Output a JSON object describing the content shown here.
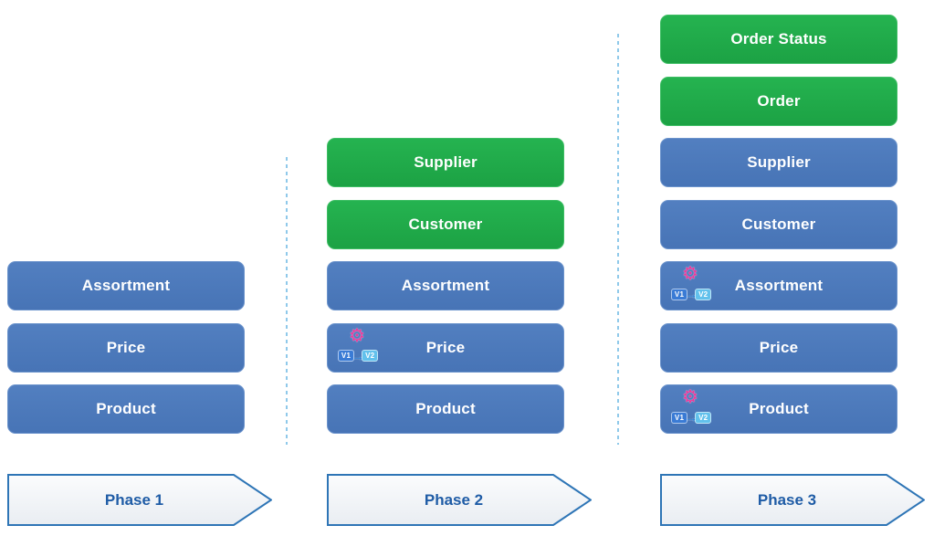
{
  "colors": {
    "blue_box": "#4B79BC",
    "green_box": "#1FAB4B",
    "arrow_border": "#2E75B6",
    "arrow_fill": "#F4F6F9",
    "arrow_text": "#1F5CA6",
    "divider": "#8FC9EA",
    "gear": "#E93A9B"
  },
  "upgrade_icon": {
    "from": "V1",
    "to": "V2"
  },
  "phases": [
    {
      "label": "Phase 1",
      "boxes": [
        {
          "label": "Assortment",
          "type": "blue",
          "upgrade_icon": false
        },
        {
          "label": "Price",
          "type": "blue",
          "upgrade_icon": false
        },
        {
          "label": "Product",
          "type": "blue",
          "upgrade_icon": false
        }
      ]
    },
    {
      "label": "Phase 2",
      "boxes": [
        {
          "label": "Supplier",
          "type": "green",
          "upgrade_icon": false
        },
        {
          "label": "Customer",
          "type": "green",
          "upgrade_icon": false
        },
        {
          "label": "Assortment",
          "type": "blue",
          "upgrade_icon": false
        },
        {
          "label": "Price",
          "type": "blue",
          "upgrade_icon": true
        },
        {
          "label": "Product",
          "type": "blue",
          "upgrade_icon": false
        }
      ]
    },
    {
      "label": "Phase 3",
      "boxes": [
        {
          "label": "Order Status",
          "type": "green",
          "upgrade_icon": false
        },
        {
          "label": "Order",
          "type": "green",
          "upgrade_icon": false
        },
        {
          "label": "Supplier",
          "type": "blue",
          "upgrade_icon": false
        },
        {
          "label": "Customer",
          "type": "blue",
          "upgrade_icon": false
        },
        {
          "label": "Assortment",
          "type": "blue",
          "upgrade_icon": true
        },
        {
          "label": "Price",
          "type": "blue",
          "upgrade_icon": false
        },
        {
          "label": "Product",
          "type": "blue",
          "upgrade_icon": true
        }
      ]
    }
  ]
}
